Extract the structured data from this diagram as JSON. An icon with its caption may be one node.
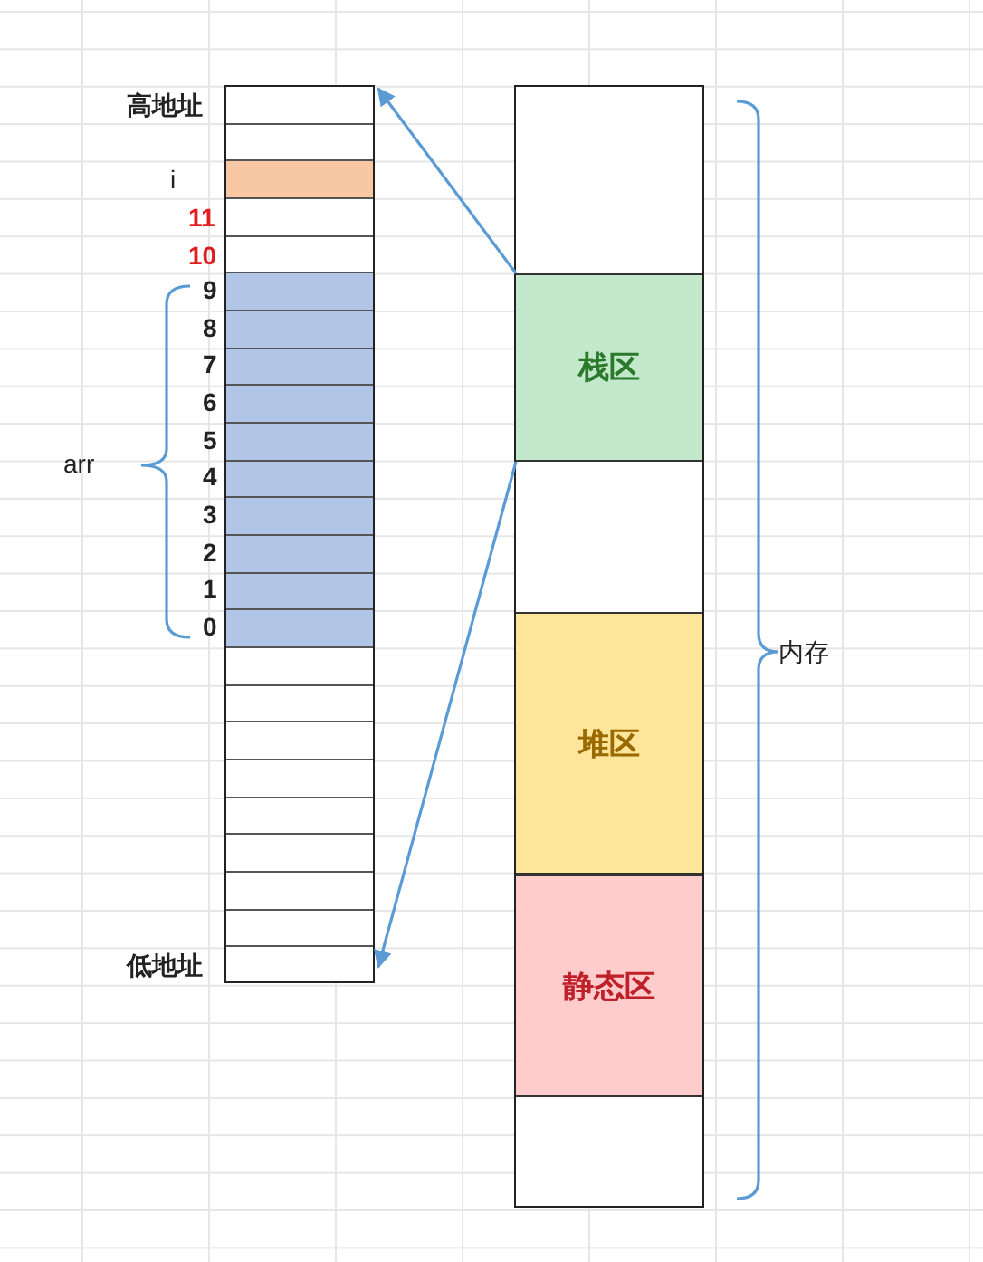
{
  "diagram": {
    "nodes": [
      {
        "text": [],
        "shape": "bar"
      },
      {
        "text": [],
        "shape": "bar"
      },
      {
        "text": [
          "栈区"
        ],
        "in": 1
      },
      {
        "text": [
          "堆区"
        ],
        "in": 1
      },
      {
        "text": [
          "静态区"
        ],
        "in": 1
      }
    ],
    "edges": [
      {
        "from": 2,
        "to": 0,
        "arrow": "to"
      },
      {
        "from": 2,
        "to": 0,
        "arrow": "to"
      }
    ],
    "labels": [
      "高地址",
      "i",
      "11",
      "10",
      "9",
      "8",
      "7",
      "6",
      "5",
      "4",
      "3",
      "2",
      "1",
      "0",
      "arr",
      "低地址",
      "内存"
    ]
  }
}
